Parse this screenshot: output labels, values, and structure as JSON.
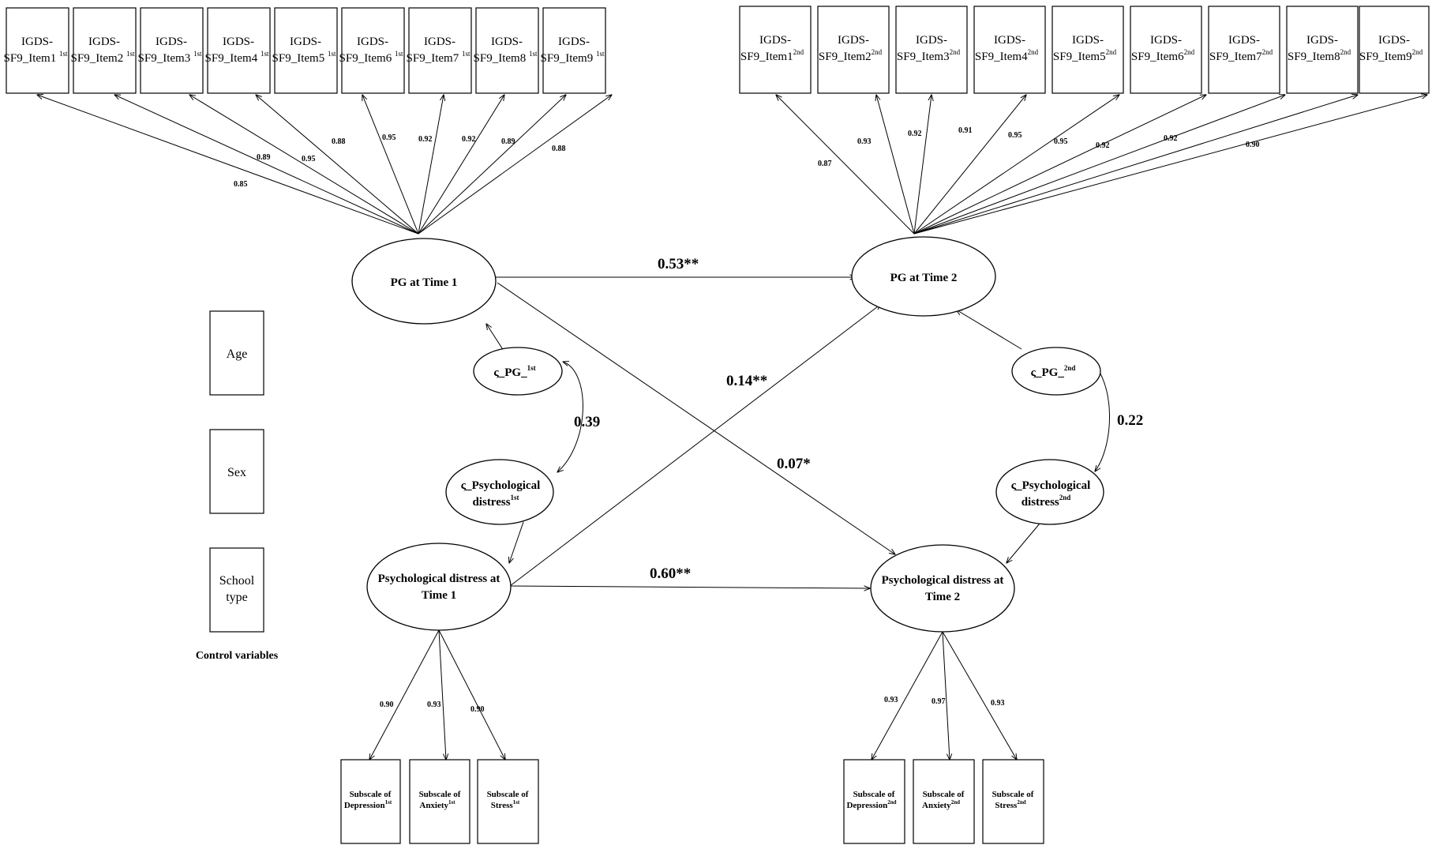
{
  "time1_items": [
    {
      "name": "IGDS-",
      "line2": "SF9_Item1 ",
      "sup": "1st"
    },
    {
      "name": "IGDS-",
      "line2": "SF9_Item2 ",
      "sup": "1st"
    },
    {
      "name": "IGDS-",
      "line2": "SF9_Item3 ",
      "sup": "1st"
    },
    {
      "name": "IGDS-",
      "line2": "SF9_Item4 ",
      "sup": "1st"
    },
    {
      "name": "IGDS-",
      "line2": "SF9_Item5 ",
      "sup": "1st"
    },
    {
      "name": "IGDS-",
      "line2": "SF9_Item6 ",
      "sup": "1st"
    },
    {
      "name": "IGDS-",
      "line2": "SF9_Item7 ",
      "sup": "1st"
    },
    {
      "name": "IGDS-",
      "line2": "SF9_Item8 ",
      "sup": "1st"
    },
    {
      "name": "IGDS-",
      "line2": "SF9_Item9 ",
      "sup": "1st"
    }
  ],
  "time2_items": [
    {
      "name": "IGDS-",
      "line2": "SF9_Item1",
      "sup": "2nd"
    },
    {
      "name": "IGDS-",
      "line2": "SF9_Item2",
      "sup": "2nd"
    },
    {
      "name": "IGDS-",
      "line2": "SF9_Item3",
      "sup": "2nd"
    },
    {
      "name": "IGDS-",
      "line2": "SF9_Item4",
      "sup": "2nd"
    },
    {
      "name": "IGDS-",
      "line2": "SF9_Item5",
      "sup": "2nd"
    },
    {
      "name": "IGDS-",
      "line2": "SF9_Item6",
      "sup": "2nd"
    },
    {
      "name": "IGDS-",
      "line2": "SF9_Item7",
      "sup": "2nd"
    },
    {
      "name": "IGDS-",
      "line2": "SF9_Item8",
      "sup": "2nd"
    },
    {
      "name": "IGDS-",
      "line2": "SF9_Item9",
      "sup": "2nd"
    }
  ],
  "time1_loadings": [
    "0.85",
    "0.89",
    "0.95",
    "0.88",
    "0.95",
    "0.92",
    "0.92",
    "0.89",
    "0.88"
  ],
  "time2_loadings": [
    "0.87",
    "0.93",
    "0.92",
    "0.91",
    "0.95",
    "0.95",
    "0.92",
    "0.92",
    "0.90"
  ],
  "latents": {
    "pg1": "PG at Time 1",
    "pg2": "PG at Time 2",
    "pd1_line1": "Psychological distress at",
    "pd1_line2": "Time 1",
    "pd2_line1": "Psychological distress at",
    "pd2_line2": "Time 2"
  },
  "residuals": {
    "pg1": {
      "label": "ς_PG_",
      "sup": "1st"
    },
    "pg2": {
      "label": "ς_PG_",
      "sup": "2nd"
    },
    "pd1": {
      "line1": "ς_Psychological",
      "line2": "distress",
      "sup": "1st"
    },
    "pd2": {
      "line1": "ς_Psychological",
      "line2": "distress",
      "sup": "2nd"
    }
  },
  "paths": {
    "pg_stability": "0.53**",
    "pd_stability": "0.60**",
    "pd1_to_pg2": "0.14**",
    "pg1_to_pd2": "0.07*",
    "cov_time1": "0.39",
    "cov_time2": "0.22"
  },
  "control_variables": {
    "items": [
      "Age",
      "Sex",
      "School",
      "type"
    ],
    "caption": "Control variables"
  },
  "subscales_time1": [
    {
      "line1": "Subscale of",
      "line2": "Depression",
      "sup": "1st"
    },
    {
      "line1": "Subscale of",
      "line2": "Anxiety",
      "sup": "1st"
    },
    {
      "line1": "Subscale of",
      "line2": "Stress",
      "sup": "1st"
    }
  ],
  "subscales_time2": [
    {
      "line1": "Subscale of",
      "line2": "Depression",
      "sup": "2nd"
    },
    {
      "line1": "Subscale of",
      "line2": "Anxiety",
      "sup": "2nd"
    },
    {
      "line1": "Subscale of",
      "line2": "Stress",
      "sup": "2nd"
    }
  ],
  "subscale_loadings_time1": [
    "0.90",
    "0.93",
    "0.90"
  ],
  "subscale_loadings_time2": [
    "0.93",
    "0.97",
    "0.93"
  ]
}
